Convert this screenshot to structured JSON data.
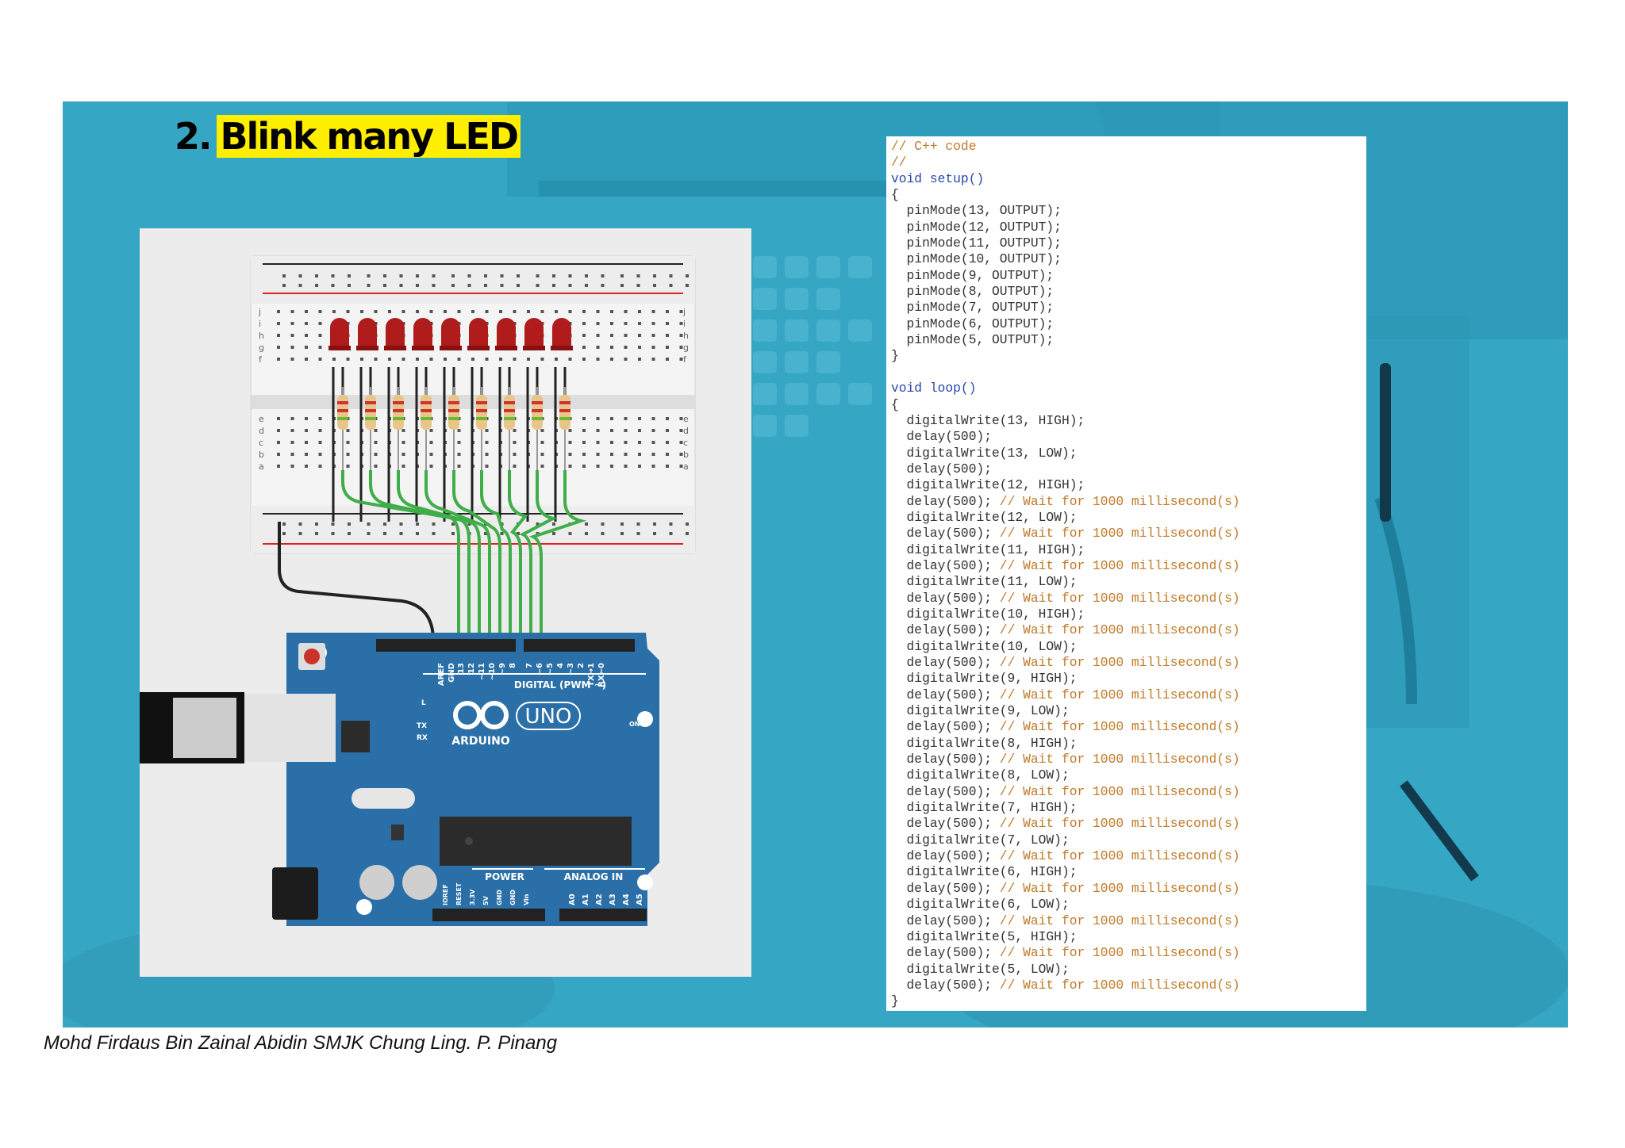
{
  "slide": {
    "title_number": "2.",
    "title_highlight": "Blink many LED"
  },
  "circuit": {
    "board_label": "UNO",
    "brand_label": "ARDUINO",
    "digital_label": "DIGITAL (PWM ~)",
    "power_label": "POWER",
    "analog_label": "ANALOG IN",
    "on_label": "ON",
    "l_label": "L",
    "tx_label": "TX",
    "rx_label": "RX",
    "aref_label": "AREF",
    "gnd_label": "GND",
    "pin_labels": [
      "13",
      "12",
      "~11",
      "~10",
      "~9",
      "8",
      "7",
      "~6",
      "~5",
      "4",
      "~3",
      "2",
      "TX→1",
      "RX←0"
    ],
    "power_pins": [
      "IOREF",
      "RESET",
      "3.3V",
      "5V",
      "GND",
      "GND",
      "Vin"
    ],
    "analog_pins": [
      "A0",
      "A1",
      "A2",
      "A3",
      "A4",
      "A5"
    ],
    "breadboard_row_letters_top": [
      "j",
      "i",
      "h",
      "g",
      "f"
    ],
    "breadboard_row_letters_bottom": [
      "e",
      "d",
      "c",
      "b",
      "a"
    ],
    "led_count": 9,
    "colors": {
      "led": "#b01b1b",
      "wire_green": "#3fae49",
      "board": "#2a6fa8"
    }
  },
  "code": {
    "lines": [
      {
        "t": "comment",
        "text": "// C++ code"
      },
      {
        "t": "comment",
        "text": "//"
      },
      {
        "t": "kw",
        "text": "void setup()"
      },
      {
        "t": "plain",
        "text": "{"
      },
      {
        "t": "plain",
        "text": "  pinMode(13, OUTPUT);"
      },
      {
        "t": "plain",
        "text": "  pinMode(12, OUTPUT);"
      },
      {
        "t": "plain",
        "text": "  pinMode(11, OUTPUT);"
      },
      {
        "t": "plain",
        "text": "  pinMode(10, OUTPUT);"
      },
      {
        "t": "plain",
        "text": "  pinMode(9, OUTPUT);"
      },
      {
        "t": "plain",
        "text": "  pinMode(8, OUTPUT);"
      },
      {
        "t": "plain",
        "text": "  pinMode(7, OUTPUT);"
      },
      {
        "t": "plain",
        "text": "  pinMode(6, OUTPUT);"
      },
      {
        "t": "plain",
        "text": "  pinMode(5, OUTPUT);"
      },
      {
        "t": "plain",
        "text": "}"
      },
      {
        "t": "plain",
        "text": ""
      },
      {
        "t": "kw",
        "text": "void loop()"
      },
      {
        "t": "plain",
        "text": "{"
      },
      {
        "t": "plain",
        "text": "  digitalWrite(13, HIGH);"
      },
      {
        "t": "plain",
        "text": "  delay(500);"
      },
      {
        "t": "plain",
        "text": "  digitalWrite(13, LOW);"
      },
      {
        "t": "plain",
        "text": "  delay(500);"
      },
      {
        "t": "plain",
        "text": "  digitalWrite(12, HIGH);"
      },
      {
        "t": "delay",
        "text": "  delay(500); ",
        "comment": "// Wait for 1000 millisecond(s)"
      },
      {
        "t": "plain",
        "text": "  digitalWrite(12, LOW);"
      },
      {
        "t": "delay",
        "text": "  delay(500); ",
        "comment": "// Wait for 1000 millisecond(s)"
      },
      {
        "t": "plain",
        "text": "  digitalWrite(11, HIGH);"
      },
      {
        "t": "delay",
        "text": "  delay(500); ",
        "comment": "// Wait for 1000 millisecond(s)"
      },
      {
        "t": "plain",
        "text": "  digitalWrite(11, LOW);"
      },
      {
        "t": "delay",
        "text": "  delay(500); ",
        "comment": "// Wait for 1000 millisecond(s)"
      },
      {
        "t": "plain",
        "text": "  digitalWrite(10, HIGH);"
      },
      {
        "t": "delay",
        "text": "  delay(500); ",
        "comment": "// Wait for 1000 millisecond(s)"
      },
      {
        "t": "plain",
        "text": "  digitalWrite(10, LOW);"
      },
      {
        "t": "delay",
        "text": "  delay(500); ",
        "comment": "// Wait for 1000 millisecond(s)"
      },
      {
        "t": "plain",
        "text": "  digitalWrite(9, HIGH);"
      },
      {
        "t": "delay",
        "text": "  delay(500); ",
        "comment": "// Wait for 1000 millisecond(s)"
      },
      {
        "t": "plain",
        "text": "  digitalWrite(9, LOW);"
      },
      {
        "t": "delay",
        "text": "  delay(500); ",
        "comment": "// Wait for 1000 millisecond(s)"
      },
      {
        "t": "plain",
        "text": "  digitalWrite(8, HIGH);"
      },
      {
        "t": "delay",
        "text": "  delay(500); ",
        "comment": "// Wait for 1000 millisecond(s)"
      },
      {
        "t": "plain",
        "text": "  digitalWrite(8, LOW);"
      },
      {
        "t": "delay",
        "text": "  delay(500); ",
        "comment": "// Wait for 1000 millisecond(s)"
      },
      {
        "t": "plain",
        "text": "  digitalWrite(7, HIGH);"
      },
      {
        "t": "delay",
        "text": "  delay(500); ",
        "comment": "// Wait for 1000 millisecond(s)"
      },
      {
        "t": "plain",
        "text": "  digitalWrite(7, LOW);"
      },
      {
        "t": "delay",
        "text": "  delay(500); ",
        "comment": "// Wait for 1000 millisecond(s)"
      },
      {
        "t": "plain",
        "text": "  digitalWrite(6, HIGH);"
      },
      {
        "t": "delay",
        "text": "  delay(500); ",
        "comment": "// Wait for 1000 millisecond(s)"
      },
      {
        "t": "plain",
        "text": "  digitalWrite(6, LOW);"
      },
      {
        "t": "delay",
        "text": "  delay(500); ",
        "comment": "// Wait for 1000 millisecond(s)"
      },
      {
        "t": "plain",
        "text": "  digitalWrite(5, HIGH);"
      },
      {
        "t": "delay",
        "text": "  delay(500); ",
        "comment": "// Wait for 1000 millisecond(s)"
      },
      {
        "t": "plain",
        "text": "  digitalWrite(5, LOW);"
      },
      {
        "t": "delay",
        "text": "  delay(500); ",
        "comment": "// Wait for 1000 millisecond(s)"
      },
      {
        "t": "plain",
        "text": "}"
      }
    ]
  },
  "footer": {
    "credit": "Mohd Firdaus Bin Zainal Abidin SMJK Chung Ling. P. Pinang"
  }
}
